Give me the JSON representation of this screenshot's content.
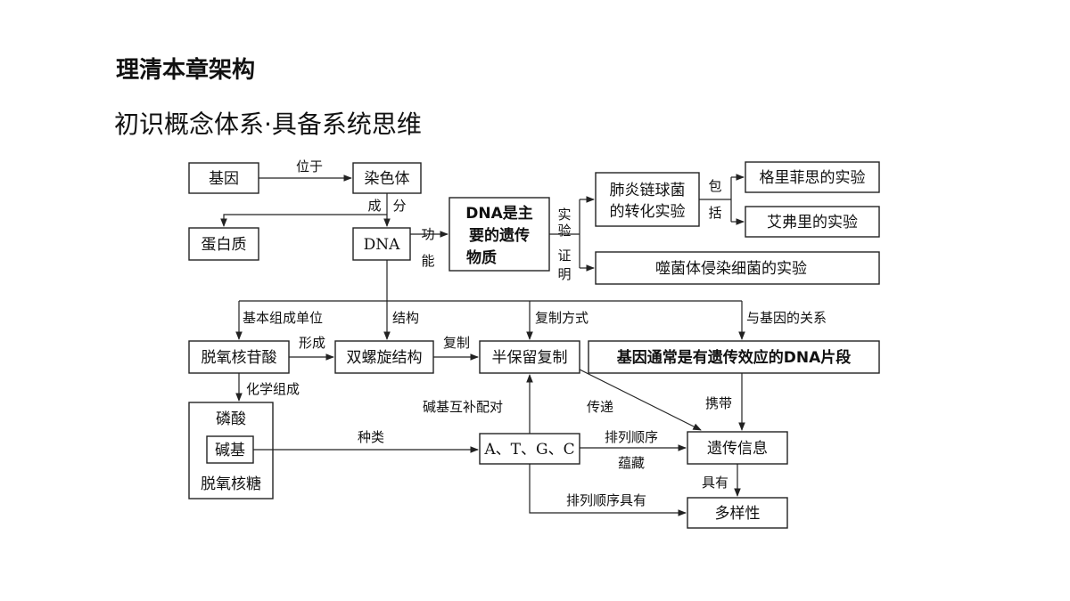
{
  "page": {
    "heading": "理清本章架构",
    "subheading": "初识概念体系·具备系统思维"
  },
  "nodes": {
    "gene": "基因",
    "chromosome": "染色体",
    "protein": "蛋白质",
    "dna": "DNA",
    "dna_main_line1": "DNA是主",
    "dna_main_line2": "要的遗传",
    "dna_main_line3": "物质",
    "pneumo_line1": "肺炎链球菌",
    "pneumo_line2": "的转化实验",
    "griffith": "格里菲思的实验",
    "avery": "艾弗里的实验",
    "phage": "噬菌体侵染细菌的实验",
    "deoxynucleotide": "脱氧核苷酸",
    "double_helix": "双螺旋结构",
    "semiconservative": "半保留复制",
    "gene_def": "基因通常是有遗传效应的DNA片段",
    "phosphate": "磷酸",
    "base": "碱基",
    "deoxyribose": "脱氧核糖",
    "atgc": "A、T、G、C",
    "genetic_info": "遗传信息",
    "diversity": "多样性"
  },
  "labels": {
    "located_on": "位于",
    "composed_a": "成",
    "composed_b": "分",
    "function_a": "功",
    "function_b": "能",
    "experiment_a": "实",
    "experiment_b": "验",
    "prove_a": "证",
    "prove_b": "明",
    "include_a": "包",
    "include_b": "括",
    "basic_unit": "基本组成单位",
    "structure": "结构",
    "replication_mode": "复制方式",
    "relation_gene": "与基因的关系",
    "form": "形成",
    "replicate": "复制",
    "chemical_composition": "化学组成",
    "base_pairing": "碱基互补配对",
    "transmit": "传递",
    "carry": "携带",
    "kinds": "种类",
    "sequence": "排列顺序",
    "contain": "蕴藏",
    "has": "具有",
    "sequence_has": "排列顺序具有"
  }
}
